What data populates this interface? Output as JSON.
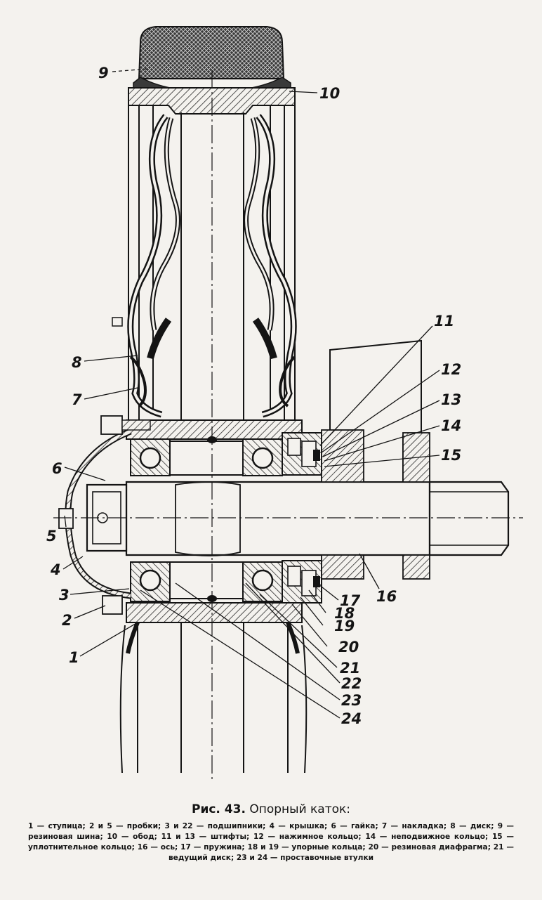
{
  "figure": {
    "caption_label": "Рис. 43.",
    "caption_title": "Опорный каток:",
    "legend": "1 — ступица; 2 и 5 — пробки; 3 и 22 — подшипники; 4 — крышка; 6 — гайка; 7 — накладка; 8 — диск; 9 — резиновая шина; 10 — обод; 11 и 13 — штифты; 12 — нажимное кольцо; 14 — неподвижное кольцо; 15 — уплотнительное кольцо; 16 — ось; 17 — пружина; 18 и 19 — упорные кольца; 20 — резиновая диафрагма; 21 — ведущий диск; 23 и 24 — проставочные втулки"
  },
  "callouts": {
    "c1": "1",
    "c2": "2",
    "c3": "3",
    "c4": "4",
    "c5": "5",
    "c6": "6",
    "c7": "7",
    "c8": "8",
    "c9": "9",
    "c10": "10",
    "c11": "11",
    "c12": "12",
    "c13": "13",
    "c14": "14",
    "c15": "15",
    "c16": "16",
    "c17": "17",
    "c18": "18",
    "c19": "19",
    "c20": "20",
    "c21": "21",
    "c22": "22",
    "c23": "23",
    "c24": "24"
  },
  "colors": {
    "ink": "#141414",
    "paper": "#f4f2ee",
    "hatch": "#2a2a2a"
  }
}
